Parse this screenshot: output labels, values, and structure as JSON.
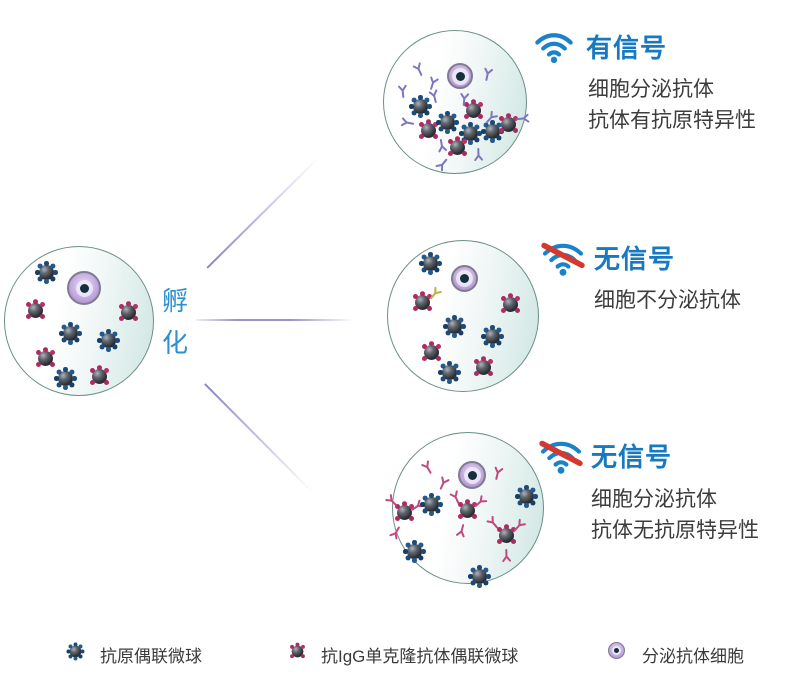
{
  "incubation_label": "孵化",
  "outcomes": [
    {
      "signal": "有信号",
      "type": "signal",
      "desc_line1": "细胞分泌抗体",
      "desc_line2": "抗体有抗原特异性"
    },
    {
      "signal": "无信号",
      "type": "no-signal",
      "desc_line1": "细胞不分泌抗体",
      "desc_line2": ""
    },
    {
      "signal": "无信号",
      "type": "no-signal",
      "desc_line1": "细胞分泌抗体",
      "desc_line2": "抗体无抗原特异性"
    }
  ],
  "legend": {
    "items": [
      {
        "icon": "antigen-bead-icon",
        "label": "抗原偶联微球"
      },
      {
        "icon": "antiigg-bead-icon",
        "label": "抗IgG单克隆抗体偶联微球"
      },
      {
        "icon": "secreting-cell-icon",
        "label": "分泌抗体细胞"
      }
    ]
  },
  "colors": {
    "heading_blue": "#1879c0",
    "incubation_blue": "#2b8fd0",
    "body_text": "#3d3d3d",
    "wifi_blue": "#1a82c8",
    "slash_red": "#d4382f",
    "antigen_dot_blue": "#1d4a78",
    "antibody_purple": "#7d76c2",
    "antibody_magenta": "#bf4a80",
    "cell_purple": "#b094d2",
    "connector_purple": "#9a95c8",
    "dish_border": "#6d8f88"
  }
}
